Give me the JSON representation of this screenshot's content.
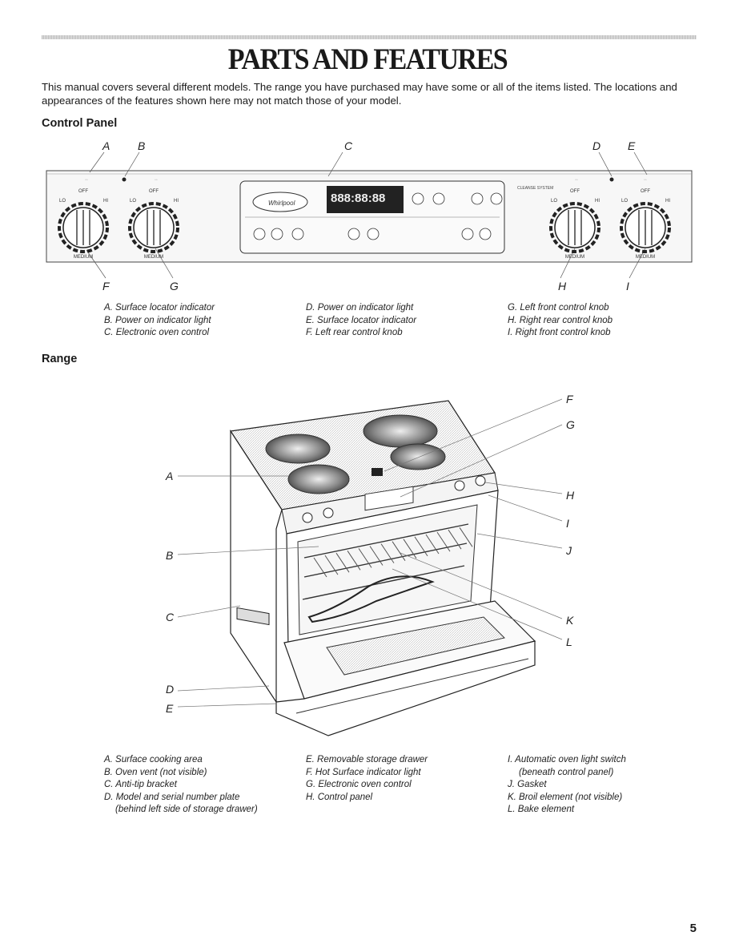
{
  "title": "PARTS AND FEATURES",
  "intro": "This manual covers several different models. The range you have purchased may have some or all of the items listed. The locations and appearances of the features shown here may not match those of your model.",
  "control_panel": {
    "heading": "Control Panel",
    "letters_top": [
      "A",
      "B",
      "C",
      "D",
      "E"
    ],
    "letters_bottom": [
      "F",
      "G",
      "H",
      "I"
    ],
    "knob_labels": {
      "lo": "LO",
      "hi": "HI",
      "off": "OFF",
      "medium": "MEDIUM"
    },
    "brand": "Whirlpool",
    "display": "888:88:88",
    "system_label": "CLEANSE SYSTEM",
    "legend": [
      [
        "A. Surface locator indicator",
        "B. Power on indicator light",
        "C. Electronic oven control"
      ],
      [
        "D. Power on indicator light",
        "E. Surface locator indicator",
        "F. Left rear control knob"
      ],
      [
        "G. Left front control knob",
        "H. Right rear control knob",
        "I. Right front control knob"
      ]
    ]
  },
  "range": {
    "heading": "Range",
    "letters_left": [
      "A",
      "B",
      "C",
      "D",
      "E"
    ],
    "letters_right": [
      "F",
      "G",
      "H",
      "I",
      "J",
      "K",
      "L"
    ],
    "legend": [
      [
        "A. Surface cooking area",
        "B. Oven vent (not visible)",
        "C. Anti-tip bracket",
        "D. Model and serial number plate",
        "(behind left side of storage drawer)"
      ],
      [
        "E. Removable storage drawer",
        "F. Hot Surface indicator light",
        "G. Electronic oven control",
        "H. Control panel"
      ],
      [
        "I. Automatic oven light switch",
        "(beneath control panel)",
        "J. Gasket",
        "K. Broil element (not visible)",
        "L. Bake element"
      ]
    ]
  },
  "page_number": "5"
}
